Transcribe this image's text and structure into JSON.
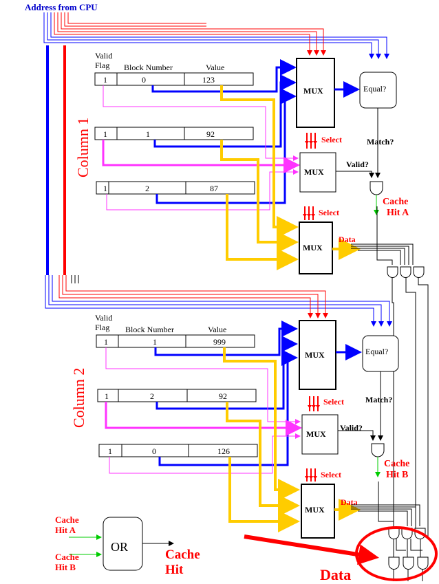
{
  "address_label": "Address from CPU",
  "select_label": "Select",
  "mux_label": "MUX",
  "equal_label": "Equal?",
  "match_label": "Match?",
  "valid_label": "Valid?",
  "data_label": "Data",
  "header": {
    "valid_flag_1": "Valid",
    "valid_flag_2": "Flag",
    "block_number": "Block Number",
    "value": "Value"
  },
  "columns": [
    {
      "title": "Column 1",
      "hit_line1": "Cache",
      "hit_line2": "Hit A",
      "rows": [
        {
          "flag": "1",
          "block": "0",
          "value": "123"
        },
        {
          "flag": "1",
          "block": "1",
          "value": "92"
        },
        {
          "flag": "1",
          "block": "2",
          "value": "87"
        }
      ]
    },
    {
      "title": "Column 2",
      "hit_line1": "Cache",
      "hit_line2": "Hit B",
      "rows": [
        {
          "flag": "1",
          "block": "1",
          "value": "999"
        },
        {
          "flag": "1",
          "block": "2",
          "value": "92"
        },
        {
          "flag": "1",
          "block": "0",
          "value": "126"
        }
      ]
    }
  ],
  "or_gate": {
    "label": "OR",
    "in_a_1": "Cache",
    "in_a_2": "Hit A",
    "in_b_1": "Cache",
    "in_b_2": "Hit B",
    "out_1": "Cache",
    "out_2": "Hit"
  },
  "colors": {
    "address": "#0000ff",
    "select": "#ff0000",
    "value_path": "#ffcc00",
    "valid_path": "#ff33ff",
    "hit": "#00cc00"
  }
}
